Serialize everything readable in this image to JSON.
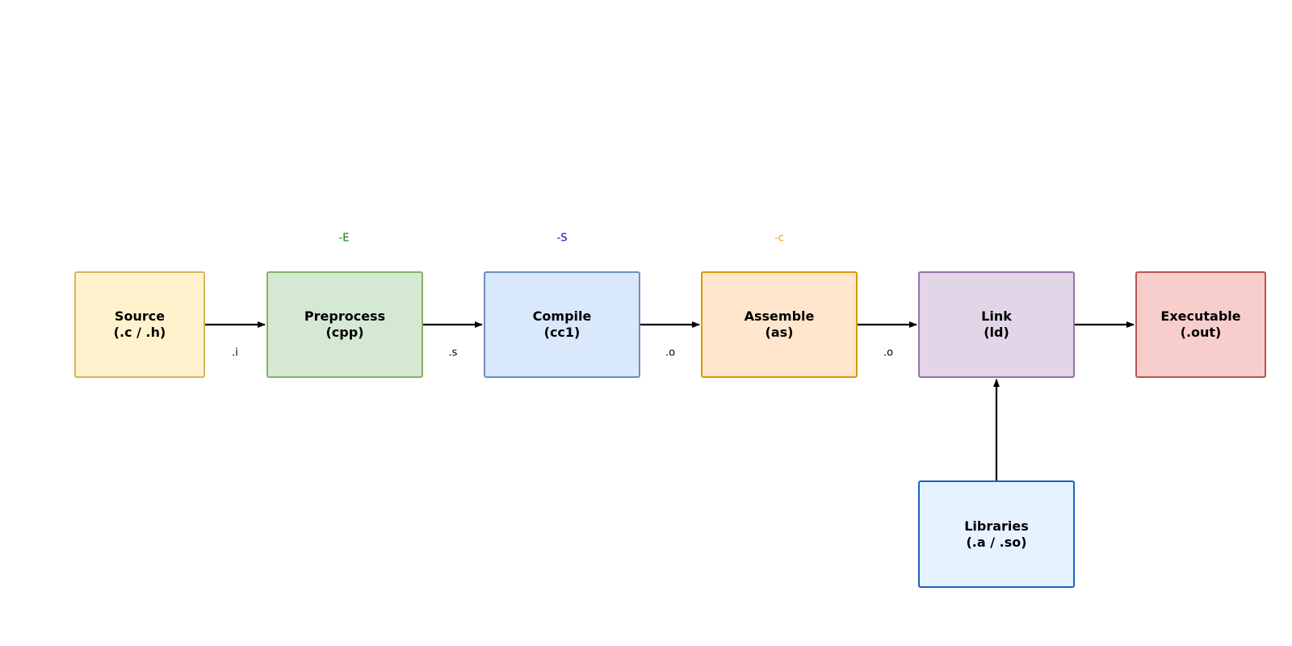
{
  "nodes": {
    "source": "Source\n(.c / .h)",
    "preprocess": "Preprocess\n(cpp)",
    "compile": "Compile\n(cc1)",
    "assemble": "Assemble\n(as)",
    "link": "Link\n(ld)",
    "executable": "Executable\n(.out)",
    "libraries": "Libraries\n(.a / .so)"
  },
  "edge_labels": {
    "source_to_preprocess": ".i",
    "preprocess_to_compile": ".s",
    "compile_to_assemble": ".o",
    "assemble_to_link": ".o"
  },
  "flags": {
    "preprocess": "-E",
    "compile": "-S",
    "assemble": "-c"
  },
  "colors": {
    "flag_e": "#008000",
    "flag_s": "#0000cd",
    "flag_c": "#ff9900",
    "arrow": "#000000"
  }
}
